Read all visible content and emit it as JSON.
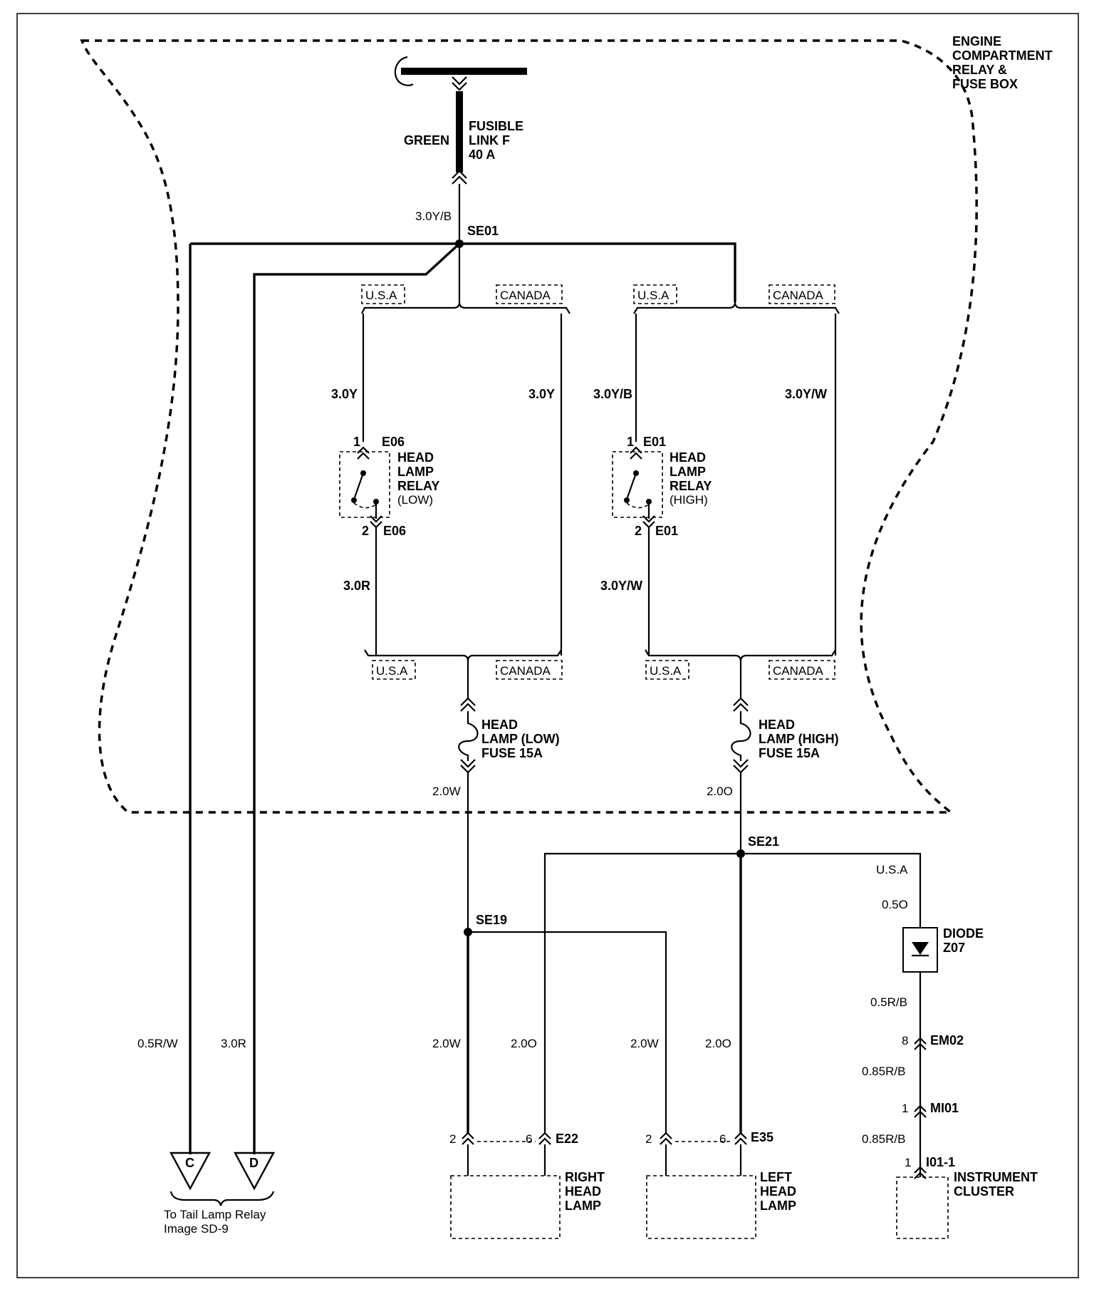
{
  "engine_box": {
    "line1": "ENGINE",
    "line2": "COMPARTMENT",
    "line3": "RELAY &",
    "line4": "FUSE BOX"
  },
  "fusible_link": {
    "wire_color": "GREEN",
    "line1": "FUSIBLE",
    "line2": "LINK F",
    "line3": "40 A"
  },
  "splices": {
    "se01": "SE01",
    "se19": "SE19",
    "se21": "SE21"
  },
  "variants": {
    "usa": "U.S.A",
    "canada": "CANADA",
    "usa_plain": "U.S.A"
  },
  "wires": {
    "feed": "3.0Y/B",
    "low_usa_in": "3.0Y",
    "low_canada": "3.0Y",
    "low_usa_out": "3.0R",
    "high_usa_in": "3.0Y/B",
    "high_canada": "3.0Y/W",
    "high_usa_out": "3.0Y/W",
    "low_fuse_out": "2.0W",
    "high_fuse_out": "2.0O",
    "tail_c": "0.5R/W",
    "tail_d": "3.0R",
    "right_low": "2.0W",
    "right_high": "2.0O",
    "left_low": "2.0W",
    "left_high": "2.0O",
    "diode_in": "0.5O",
    "diode_out": "0.5R/B",
    "em02_out": "0.85R/B",
    "mi01_out": "0.85R/B"
  },
  "relay_low": {
    "pin_in": "1",
    "conn_in": "E06",
    "pin_out": "2",
    "conn_out": "E06",
    "line1": "HEAD",
    "line2": "LAMP",
    "line3": "RELAY",
    "line4": "(LOW)"
  },
  "relay_high": {
    "pin_in": "1",
    "conn_in": "E01",
    "pin_out": "2",
    "conn_out": "E01",
    "line1": "HEAD",
    "line2": "LAMP",
    "line3": "RELAY",
    "line4": "(HIGH)"
  },
  "fuse_low": {
    "line1": "HEAD",
    "line2": "LAMP (LOW)",
    "line3": "FUSE 15A"
  },
  "fuse_high": {
    "line1": "HEAD",
    "line2": "LAMP (HIGH)",
    "line3": "FUSE 15A"
  },
  "diode": {
    "line1": "DIODE",
    "line2": "Z07"
  },
  "connectors": {
    "em02_pin": "8",
    "em02": "EM02",
    "mi01_pin": "1",
    "mi01": "MI01",
    "i01_pin": "1",
    "i01": "I01-1",
    "e22_pin_a": "2",
    "e22_pin_b": "6",
    "e22": "E22",
    "e35_pin_a": "2",
    "e35_pin_b": "6",
    "e35": "E35"
  },
  "components": {
    "right_head_lamp": {
      "line1": "RIGHT",
      "line2": "HEAD",
      "line3": "LAMP"
    },
    "left_head_lamp": {
      "line1": "LEFT",
      "line2": "HEAD",
      "line3": "LAMP"
    },
    "instrument_cluster": {
      "line1": "INSTRUMENT",
      "line2": "CLUSTER"
    }
  },
  "terminals": {
    "c": "C",
    "d": "D",
    "note1": "To Tail Lamp Relay",
    "note2": "Image SD-9"
  }
}
